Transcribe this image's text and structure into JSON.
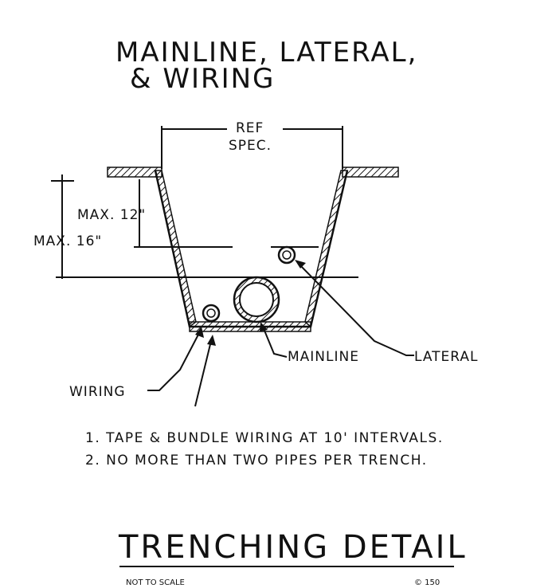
{
  "title": {
    "line1": "MAINLINE, LATERAL,",
    "line2": "& WIRING"
  },
  "labels": {
    "ref_spec_line1": "REF",
    "ref_spec_line2": "SPEC.",
    "max_12": "MAX. 12\"",
    "max_16": "MAX. 16\"",
    "lateral": "LATERAL",
    "mainline": "MAINLINE",
    "wiring": "WIRING"
  },
  "notes": [
    "1. TAPE & BUNDLE WIRING AT 10' INTERVALS.",
    "2. NO MORE THAN TWO PIPES PER TRENCH."
  ],
  "footer": {
    "title": "TRENCHING DETAIL",
    "fine_print_left": "NOT TO SCALE",
    "fine_print_right": "© 150"
  },
  "colors": {
    "ink": "#111111",
    "pipe_hatch": "#333333",
    "background": "#ffffff"
  }
}
